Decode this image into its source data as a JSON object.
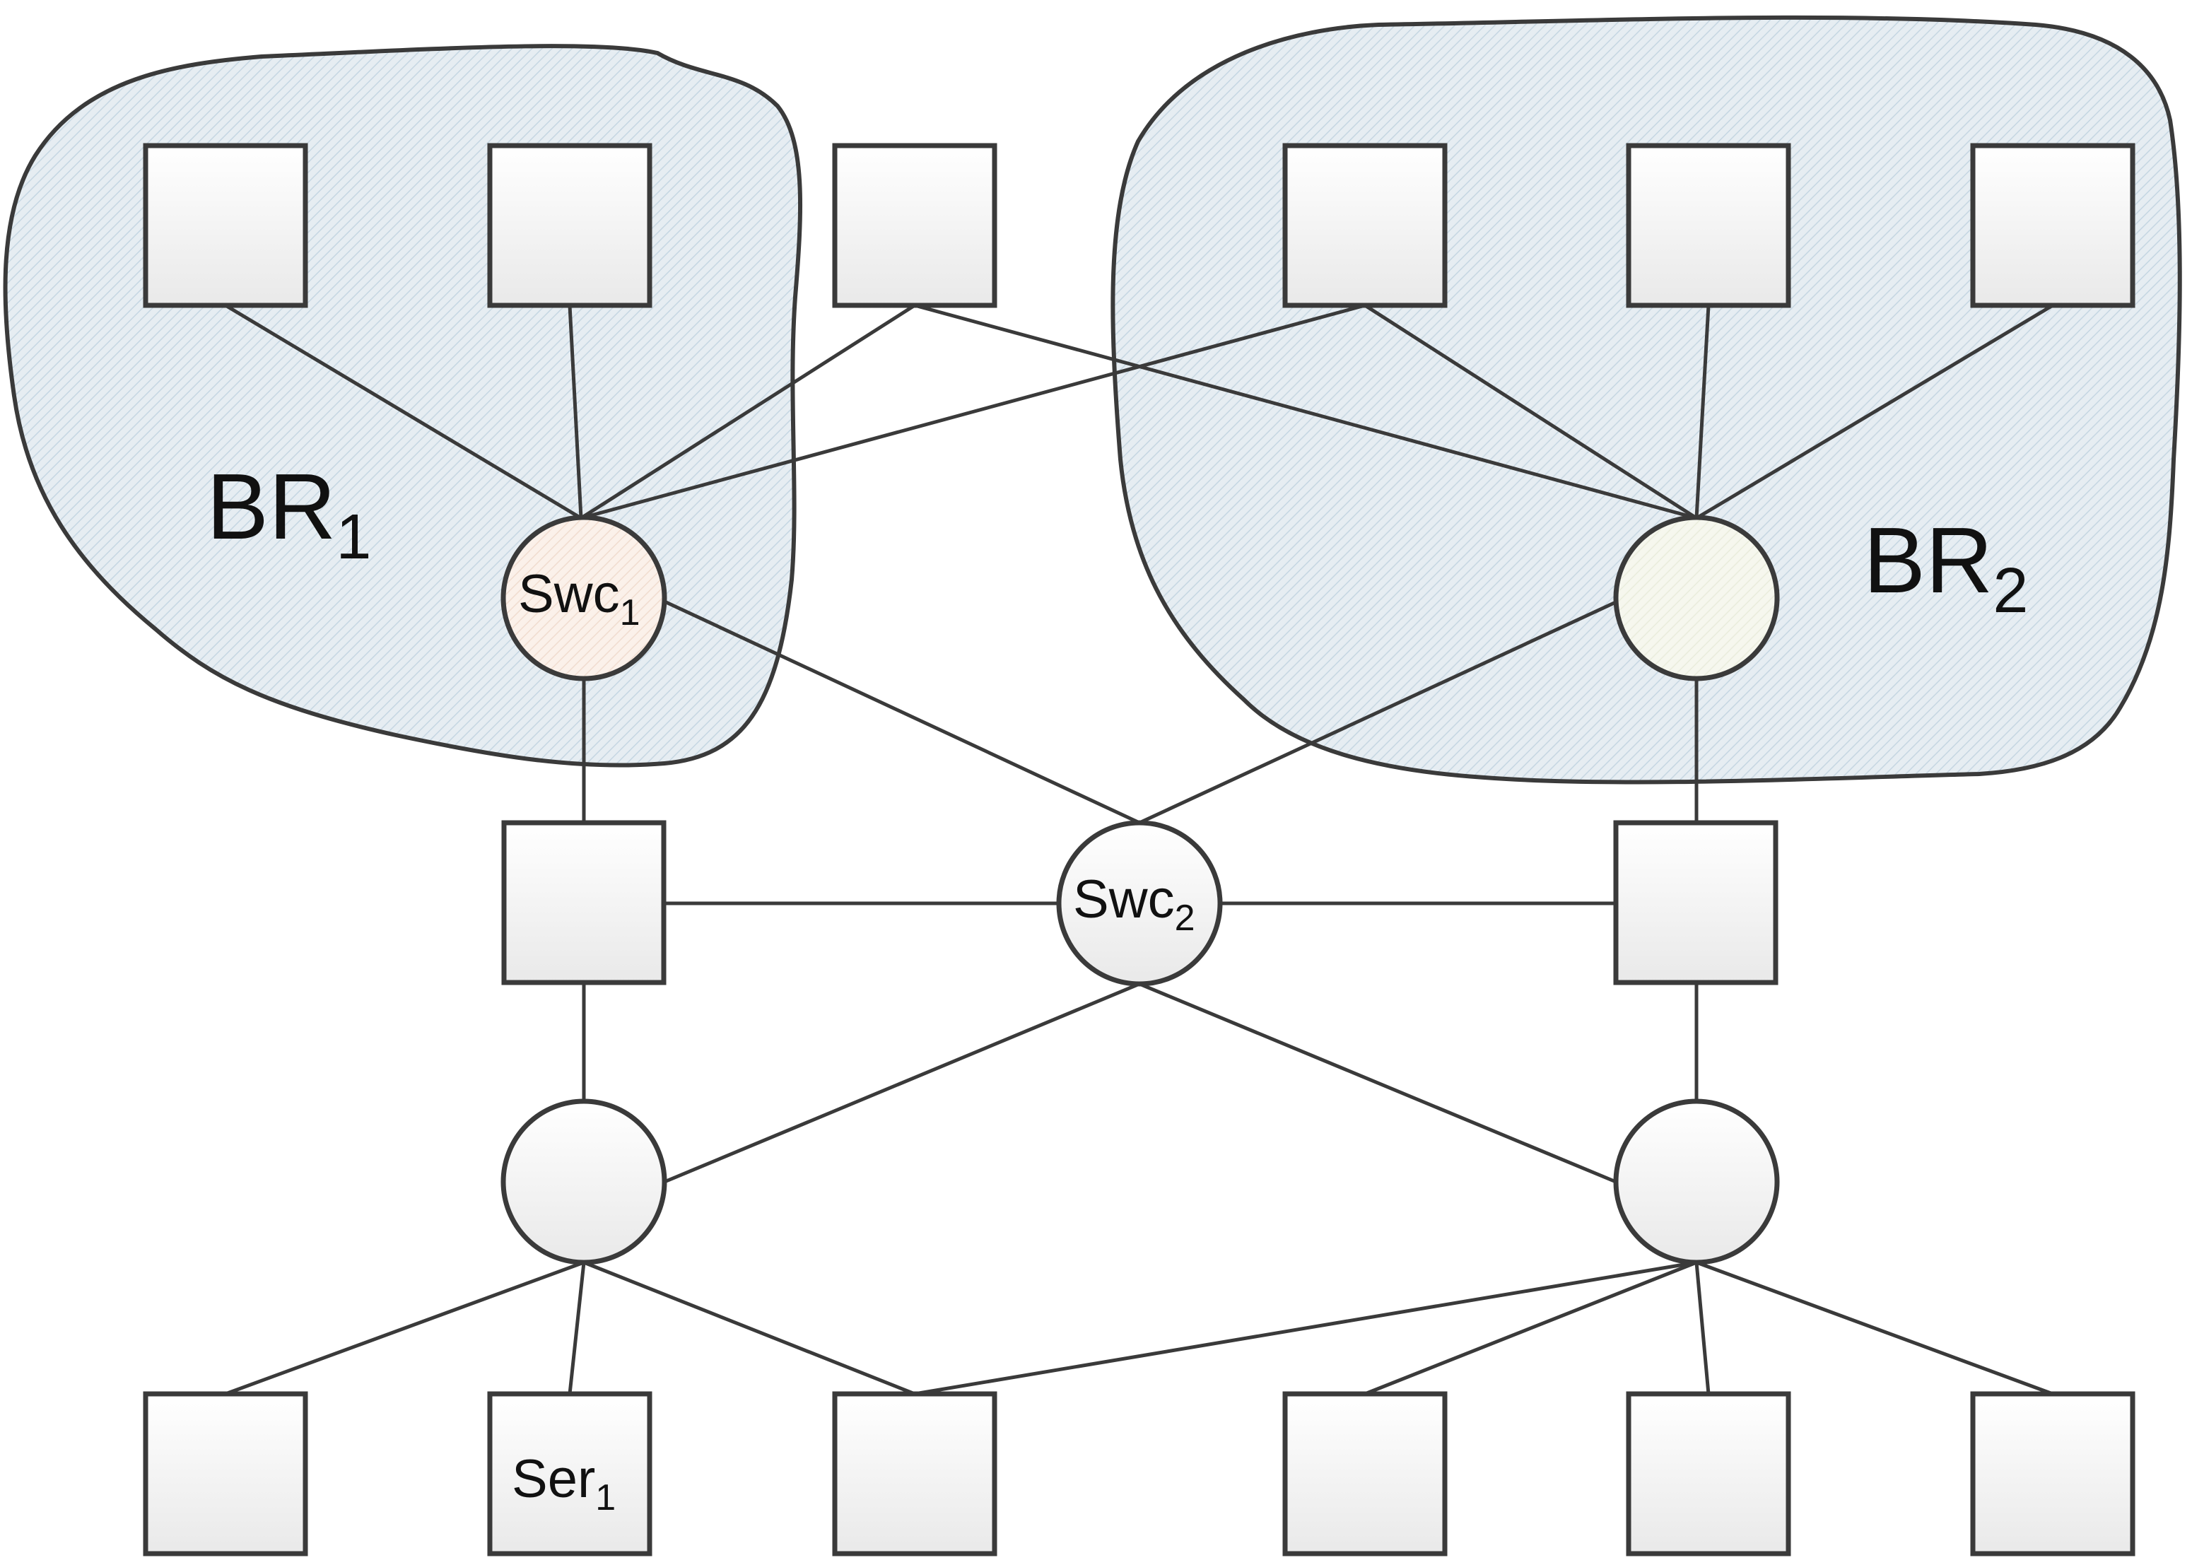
{
  "regions": [
    {
      "id": "br1",
      "label": "BR",
      "sub": "1"
    },
    {
      "id": "br2",
      "label": "BR",
      "sub": "2"
    }
  ],
  "nodes": {
    "swc1": {
      "label": "Swc",
      "sub": "1"
    },
    "swc2": {
      "label": "Swc",
      "sub": "2"
    },
    "ser1": {
      "label": "Ser",
      "sub": "1"
    }
  }
}
